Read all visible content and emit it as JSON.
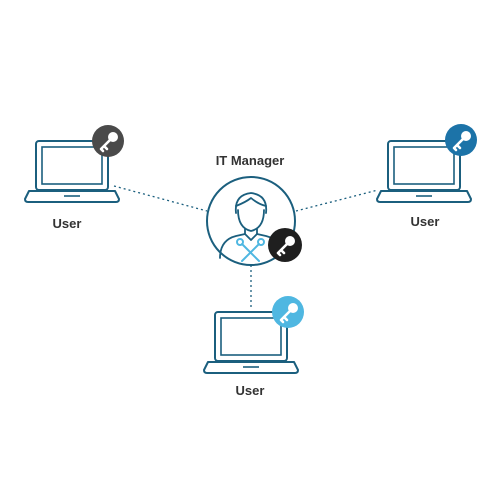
{
  "diagram": {
    "manager": {
      "label": "IT Manager",
      "icon": "it-manager-icon"
    },
    "users": [
      {
        "label": "User",
        "key_color": "#4a4a4a"
      },
      {
        "label": "User",
        "key_color": "#1c73a8"
      },
      {
        "label": "User",
        "key_color": "#4fb7e1"
      }
    ],
    "manager_key_color": "#1f1f1f",
    "line_color": "#1b5f7e",
    "connector_style": "dotted",
    "icons": [
      "laptop-icon",
      "key-icon",
      "person-icon",
      "tools-icon"
    ]
  }
}
